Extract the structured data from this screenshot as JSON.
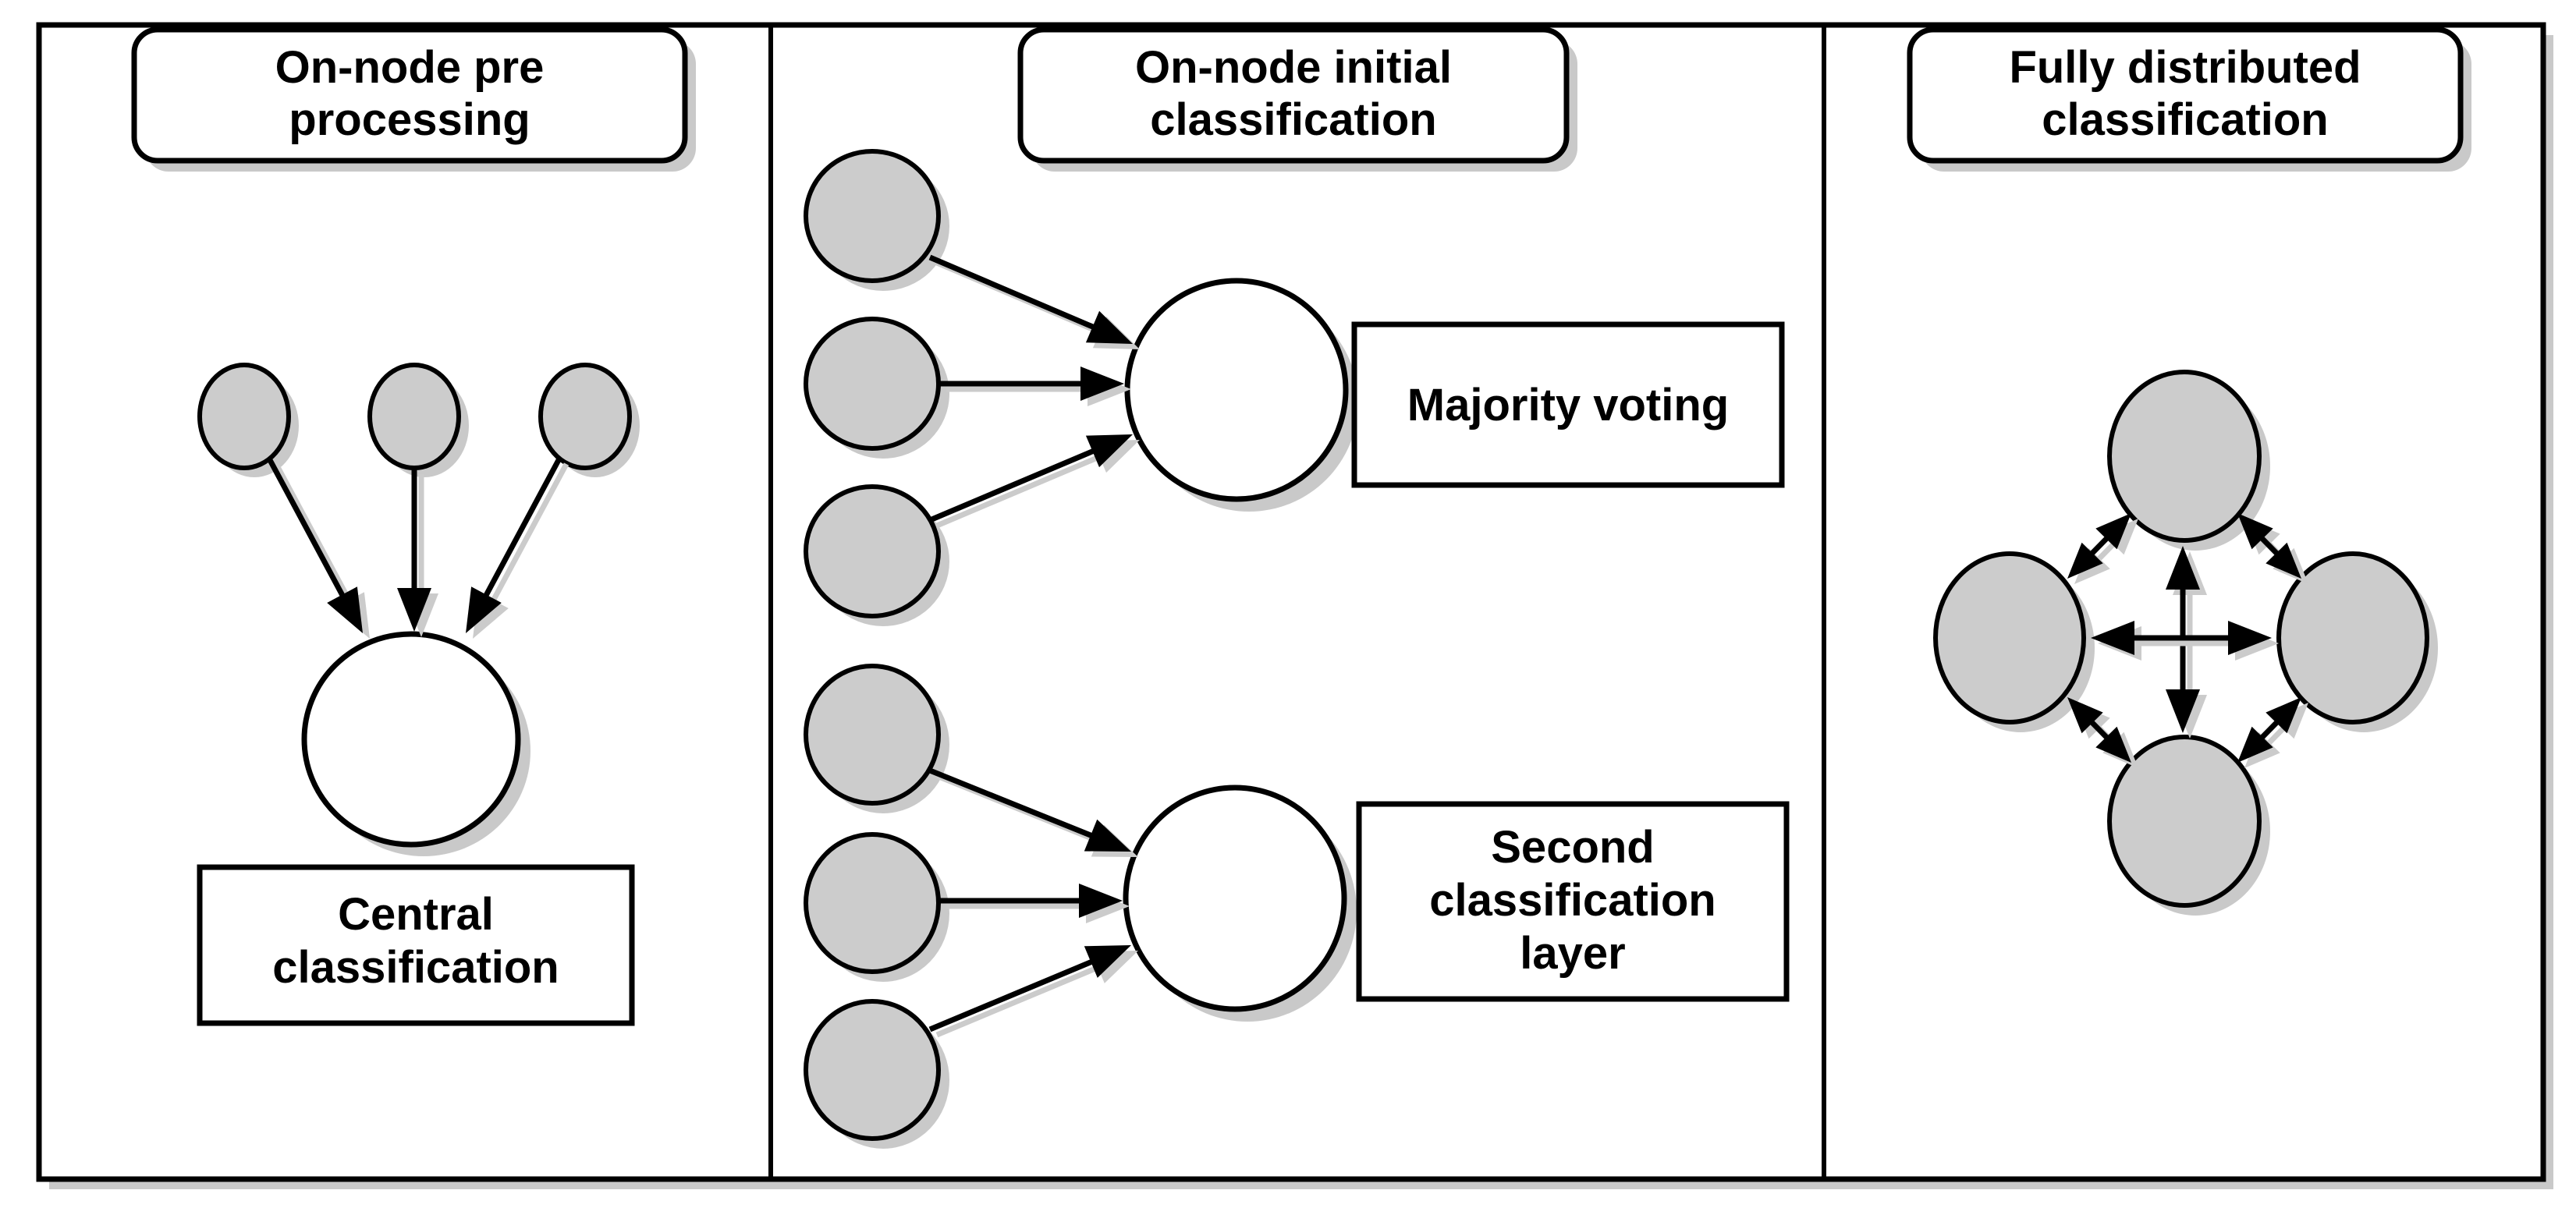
{
  "figure": {
    "background": "#ffffff",
    "outline_color": "#000000",
    "gray_node_fill": "#cccccc",
    "white_node_fill": "#ffffff",
    "shadow_color": "#c9c9c9"
  },
  "panels": [
    {
      "title": "On-node pre processing",
      "title_lines": [
        "On-node pre",
        "processing"
      ],
      "caption": "Central classification",
      "caption_lines": [
        "Central",
        "classification"
      ],
      "gray_node_count": 3,
      "white_node_count": 1
    },
    {
      "title": "On-node initial classification",
      "title_lines": [
        "On-node initial",
        "classification"
      ],
      "captions": [
        {
          "text": "Majority voting",
          "lines": [
            "Majority voting"
          ]
        },
        {
          "text": "Second classification layer",
          "lines": [
            "Second",
            "classification",
            "layer"
          ]
        }
      ],
      "gray_node_count": 6,
      "white_node_count": 2
    },
    {
      "title": "Fully distributed classification",
      "title_lines": [
        "Fully distributed",
        "classification"
      ],
      "gray_node_count": 4
    }
  ]
}
